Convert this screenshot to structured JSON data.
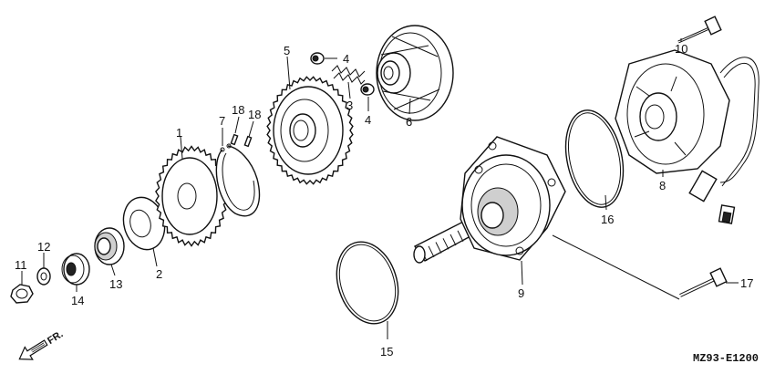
{
  "diagram": {
    "code": "MZ93-E1200",
    "direction_label": "FR.",
    "callouts": [
      {
        "id": "c1",
        "text": "1"
      },
      {
        "id": "c2",
        "text": "2"
      },
      {
        "id": "c3",
        "text": "3"
      },
      {
        "id": "c4a",
        "text": "4"
      },
      {
        "id": "c4b",
        "text": "4"
      },
      {
        "id": "c5",
        "text": "5"
      },
      {
        "id": "c6",
        "text": "6"
      },
      {
        "id": "c7",
        "text": "7"
      },
      {
        "id": "c8",
        "text": "8"
      },
      {
        "id": "c9",
        "text": "9"
      },
      {
        "id": "c10",
        "text": "10"
      },
      {
        "id": "c11",
        "text": "11"
      },
      {
        "id": "c12",
        "text": "12"
      },
      {
        "id": "c13",
        "text": "13"
      },
      {
        "id": "c14",
        "text": "14"
      },
      {
        "id": "c15",
        "text": "15"
      },
      {
        "id": "c16",
        "text": "16"
      },
      {
        "id": "c17",
        "text": "17"
      },
      {
        "id": "c18a",
        "text": "18"
      },
      {
        "id": "c18b",
        "text": "18"
      }
    ]
  }
}
